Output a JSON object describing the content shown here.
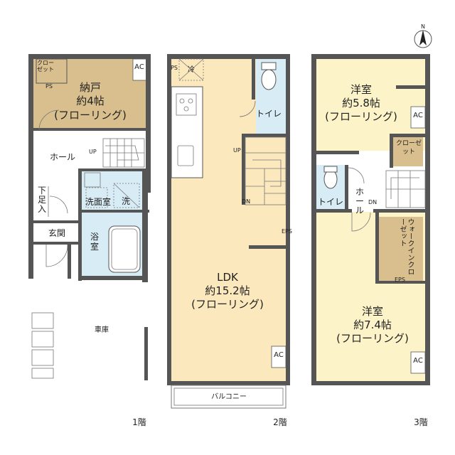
{
  "compass": {
    "label": "N"
  },
  "floor1": {
    "label": "1階",
    "closet": "クローゼット",
    "storage": {
      "name": "納戸",
      "size": "約4帖",
      "floor": "(フローリング)"
    },
    "ac": "AC",
    "hall": "ホール",
    "up": "UP",
    "shoe": "下足入",
    "washroom": "洗面室",
    "washer": "洗",
    "entrance": "玄関",
    "bath": "浴室",
    "garage": "車庫",
    "ps": "PS"
  },
  "floor2": {
    "label": "2階",
    "fridge": "冷",
    "toilet": "トイレ",
    "up": "UP",
    "dn": "DN",
    "ldk": {
      "name": "LDK",
      "size": "約15.2帖",
      "floor": "(フローリング)"
    },
    "ac": "AC",
    "balcony": "バルコニー",
    "ps": "PS",
    "eps": "EPS"
  },
  "floor3": {
    "label": "3階",
    "room1": {
      "name": "洋室",
      "size": "約5.8帖",
      "floor": "(フローリング)"
    },
    "ac1": "AC",
    "closet": "クローゼット",
    "toilet": "トイレ",
    "hall": "ホール",
    "dn": "DN",
    "walkin": "ウォークインクローゼット",
    "room2": {
      "name": "洋室",
      "size": "約7.4帖",
      "floor": "(フローリング)"
    },
    "ac2": "AC",
    "eps": "EPS"
  },
  "colors": {
    "storage": "#d9bf8e",
    "wetarea": "#d8ecf6",
    "ldk": "#fbe8bd",
    "bedroom": "#fdf3c9",
    "walkin": "#d9bf8e"
  }
}
